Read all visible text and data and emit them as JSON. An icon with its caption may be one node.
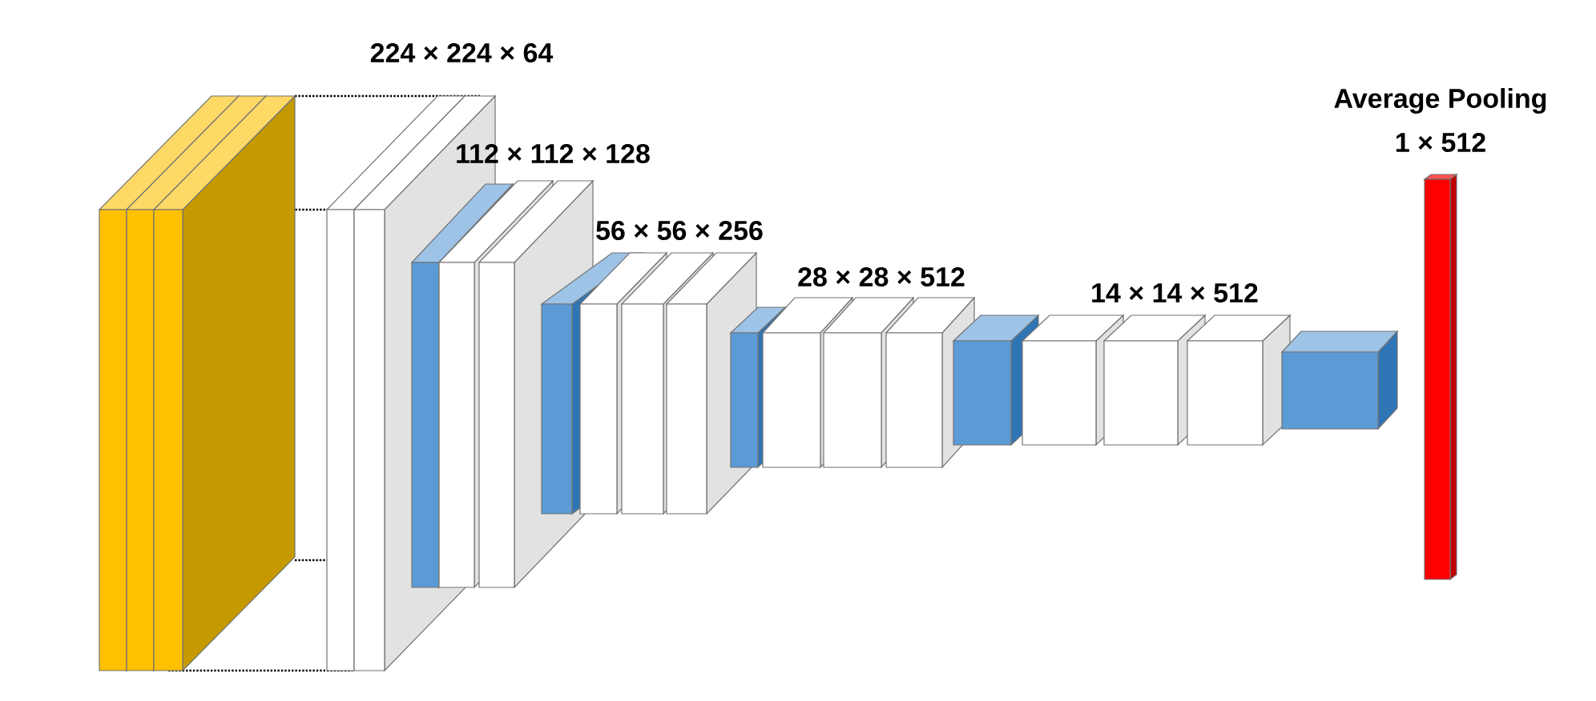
{
  "diagram": {
    "labels": [
      "224 × 224 × 64",
      "112 × 112 × 128",
      "56 × 56 × 256",
      "28 × 28 × 512",
      "14 × 14 × 512",
      "Average Pooling",
      "1 × 512"
    ]
  }
}
